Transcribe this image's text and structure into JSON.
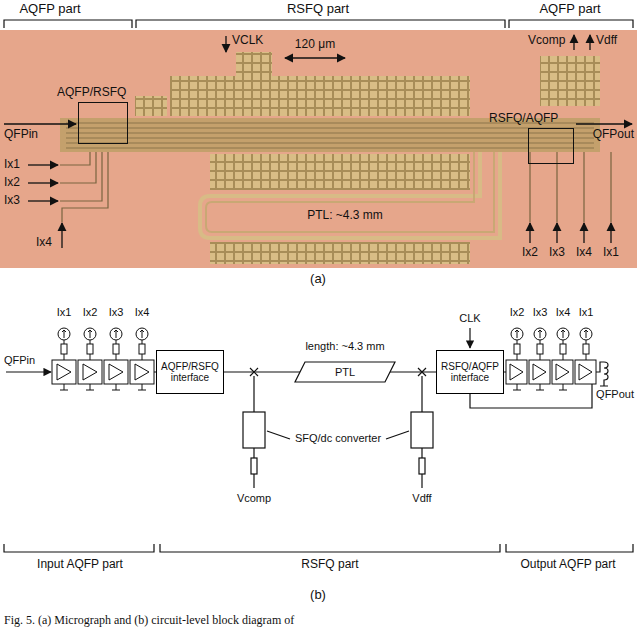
{
  "diagram": {
    "caption": "Fig. 5. (a) Micrograph and (b) circuit-level block diagram of",
    "nodes": [
      {
        "text": [
          "AQFP/RSFQ"
        ]
      },
      {
        "text": [
          "RSFQ/AQFP"
        ]
      },
      {
        "text": [
          "AQFP/RSFQ interface"
        ]
      },
      {
        "text": [
          "PTL"
        ]
      },
      {
        "text": [
          "RSFQ/AQFP interface"
        ]
      }
    ],
    "edges": [
      {
        "from": 2,
        "to": 3,
        "arrow": "none"
      },
      {
        "from": 3,
        "to": 4,
        "arrow": "none"
      }
    ],
    "labels": [
      "AQFP part",
      "RSFQ part",
      "AQFP part",
      "VCLK",
      "120 μm",
      "Vcomp",
      "Vdff",
      "QFPin",
      "QFPout",
      "Ix1",
      "Ix2",
      "Ix3",
      "Ix4",
      "PTL: ~4.3 mm",
      "Ix2",
      "Ix3",
      "Ix4",
      "Ix1",
      "(a)",
      "Ix1",
      "Ix2",
      "Ix3",
      "Ix4",
      "QFPin",
      "length: ~4.3 mm",
      "CLK",
      "Ix2",
      "Ix3",
      "Ix4",
      "Ix1",
      "QFPout",
      "SFQ/dc converter",
      "Vcomp",
      "Vdff",
      "Input AQFP part",
      "RSFQ part",
      "Output AQFP part",
      "(b)"
    ]
  }
}
